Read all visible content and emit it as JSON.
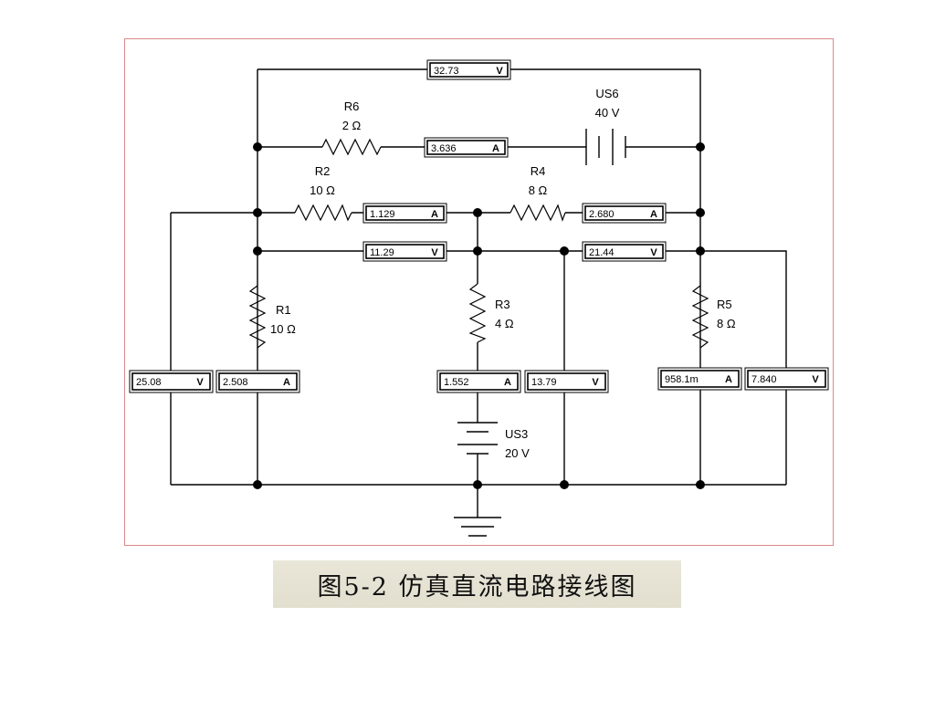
{
  "components": {
    "r6": {
      "name": "R6",
      "value": "2 Ω"
    },
    "r2": {
      "name": "R2",
      "value": "10 Ω"
    },
    "r4": {
      "name": "R4",
      "value": "8 Ω"
    },
    "r1": {
      "name": "R1",
      "value": "10 Ω"
    },
    "r3": {
      "name": "R3",
      "value": "4 Ω"
    },
    "r5": {
      "name": "R5",
      "value": "8 Ω"
    },
    "us6": {
      "name": "US6",
      "value": "40 V"
    },
    "us3": {
      "name": "US3",
      "value": "20 V"
    }
  },
  "meters": {
    "top_v": {
      "value": "32.73",
      "unit": "V"
    },
    "r6_a": {
      "value": "3.636",
      "unit": "A"
    },
    "r2_a": {
      "value": "1.129",
      "unit": "A"
    },
    "r4_a": {
      "value": "2.680",
      "unit": "A"
    },
    "mid_left_v": {
      "value": "11.29",
      "unit": "V"
    },
    "mid_right_v": {
      "value": "21.44",
      "unit": "V"
    },
    "left_v": {
      "value": "25.08",
      "unit": "V"
    },
    "r1_a": {
      "value": "2.508",
      "unit": "A"
    },
    "r3_a": {
      "value": "1.552",
      "unit": "A"
    },
    "center_v": {
      "value": "13.79",
      "unit": "V"
    },
    "r5_a": {
      "value": "958.1m",
      "unit": "A"
    },
    "right_v": {
      "value": "7.840",
      "unit": "V"
    }
  },
  "caption": "图5-2 仿真直流电路接线图"
}
